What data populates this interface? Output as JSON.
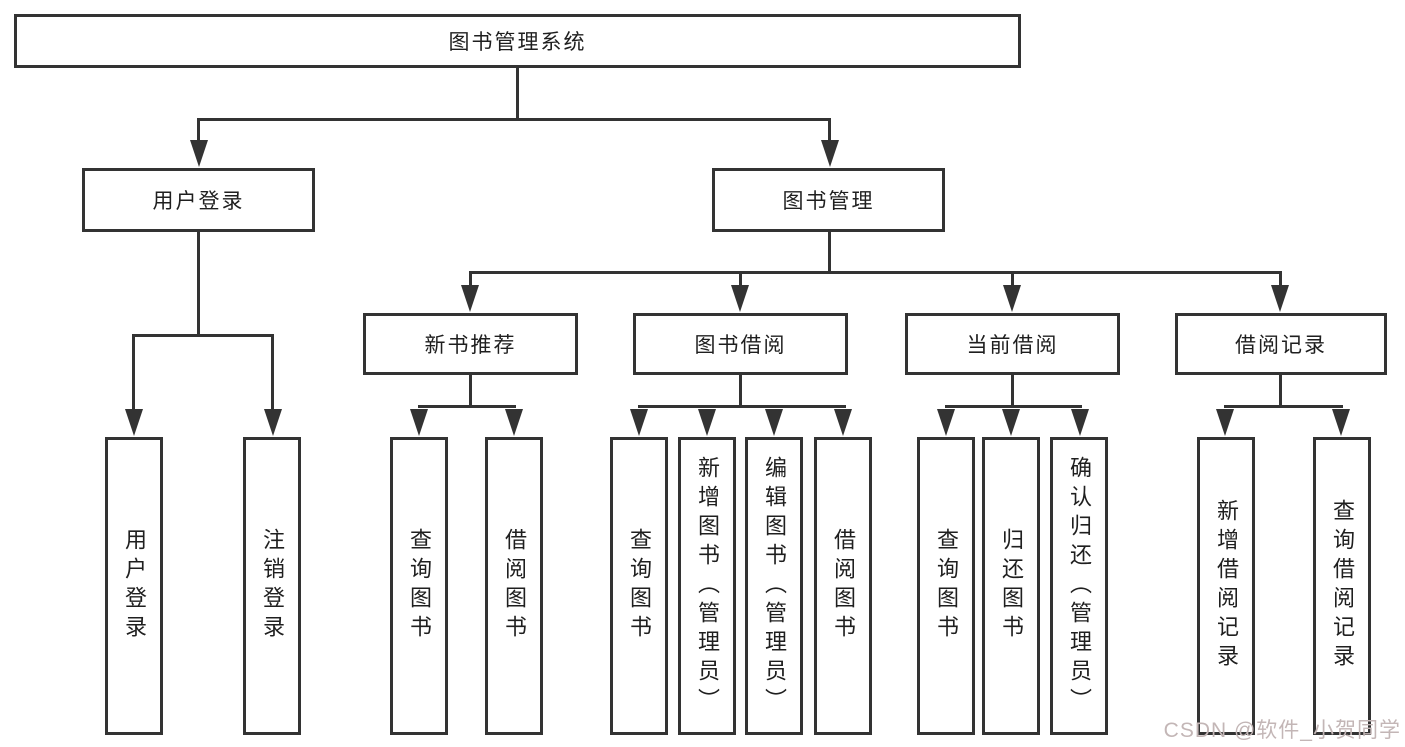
{
  "diagram": {
    "title": "图书管理系统",
    "watermark": "CSDN @软件_小贺同学",
    "colors": {
      "line": "#333333",
      "box_border": "#333333",
      "text": "#1f1f1f",
      "background": "#ffffff",
      "watermark": "#c3b6b6"
    },
    "nodes": {
      "root": {
        "label": "图书管理系统"
      },
      "level2": [
        {
          "label": "用户登录"
        },
        {
          "label": "图书管理"
        }
      ],
      "level3": [
        {
          "label": "新书推荐",
          "parent": "图书管理"
        },
        {
          "label": "图书借阅",
          "parent": "图书管理"
        },
        {
          "label": "当前借阅",
          "parent": "图书管理"
        },
        {
          "label": "借阅记录",
          "parent": "图书管理"
        }
      ],
      "leaves": [
        {
          "label": "用户登录",
          "parent": "用户登录"
        },
        {
          "label": "注销登录",
          "parent": "用户登录"
        },
        {
          "label": "查询图书",
          "parent": "新书推荐"
        },
        {
          "label": "借阅图书",
          "parent": "新书推荐"
        },
        {
          "label": "查询图书",
          "parent": "图书借阅"
        },
        {
          "label": "新增图书（管理员）",
          "parent": "图书借阅"
        },
        {
          "label": "编辑图书（管理员）",
          "parent": "图书借阅"
        },
        {
          "label": "借阅图书",
          "parent": "图书借阅"
        },
        {
          "label": "查询图书",
          "parent": "当前借阅"
        },
        {
          "label": "归还图书",
          "parent": "当前借阅"
        },
        {
          "label": "确认归还（管理员）",
          "parent": "当前借阅"
        },
        {
          "label": "新增借阅记录",
          "parent": "借阅记录"
        },
        {
          "label": "查询借阅记录",
          "parent": "借阅记录"
        }
      ]
    }
  }
}
